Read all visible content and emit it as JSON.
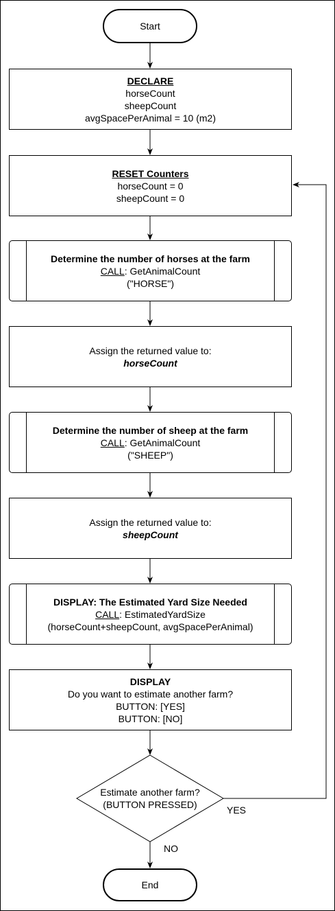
{
  "start": {
    "label": "Start"
  },
  "declare": {
    "title": "DECLARE",
    "lines": [
      "horseCount",
      "sheepCount",
      "avgSpacePerAnimal = 10 (m2)"
    ]
  },
  "reset": {
    "title": "RESET Counters",
    "lines": [
      "horseCount = 0",
      "sheepCount = 0"
    ]
  },
  "horses_call": {
    "title": "Determine the number of horses at the farm",
    "call_keyword": "CALL",
    "call_rest": ": GetAnimalCount",
    "args": "(\"HORSE\")"
  },
  "assign_horse": {
    "text": "Assign the returned value to:",
    "var": "horseCount"
  },
  "sheep_call": {
    "title": "Determine the number of sheep at the farm",
    "call_keyword": "CALL",
    "call_rest": ": GetAnimalCount",
    "args": "(\"SHEEP\")"
  },
  "assign_sheep": {
    "text": "Assign the returned value to:",
    "var": "sheepCount"
  },
  "display_yard": {
    "title": "DISPLAY: The Estimated Yard Size Needed",
    "call_keyword": "CALL",
    "call_rest": ": EstimatedYardSize",
    "args": "(horseCount+sheepCount, avgSpacePerAnimal)"
  },
  "display_prompt": {
    "title": "DISPLAY",
    "lines": [
      "Do you want to estimate another farm?",
      "BUTTON: [YES]",
      "BUTTON: [NO]"
    ]
  },
  "decision": {
    "line1": "Estimate another farm?",
    "line2": "(BUTTON PRESSED)"
  },
  "edge_labels": {
    "yes": "YES",
    "no": "NO"
  },
  "end": {
    "label": "End"
  }
}
